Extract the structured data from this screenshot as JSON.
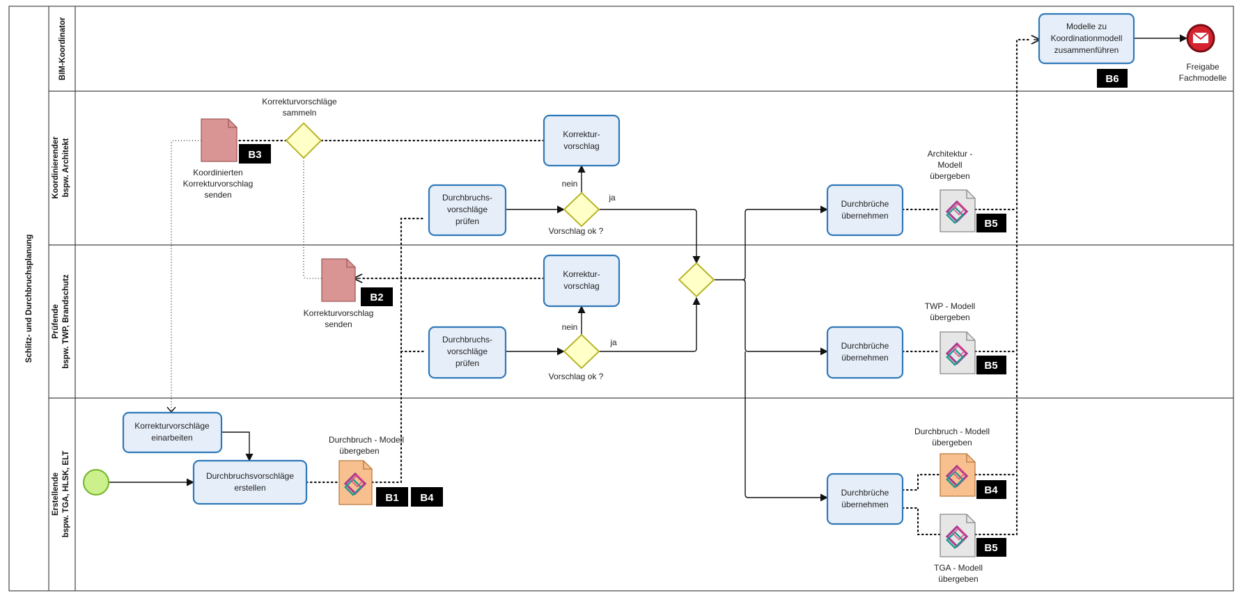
{
  "pool": {
    "title": "Schlitz- und Durchbruchsplanung"
  },
  "lanes": {
    "bim": "BIM-Koordinator",
    "koord_line1": "Koordinierender",
    "koord_line2": "bspw. Architekt",
    "pruef_line1": "Prüfende",
    "pruef_line2": "bspw. TWP, Brandschutz",
    "erst_line1": "Erstellende",
    "erst_line2": "bspw. TGA, HLSK, ELT"
  },
  "tasks": {
    "modelle_zusammen": [
      "Modelle zu",
      "Koordinationmodell",
      "zusammenführen"
    ],
    "korrektur_k": [
      "Korrektur-",
      "vorschlag"
    ],
    "korrektur_p": [
      "Korrektur-",
      "vorschlag"
    ],
    "pruefen_k": [
      "Durchbruchs-",
      "vorschläge",
      "prüfen"
    ],
    "pruefen_p": [
      "Durchbruchs-",
      "vorschläge",
      "prüfen"
    ],
    "uebernehmen_k": [
      "Durchbrüche",
      "übernehmen"
    ],
    "uebernehmen_p": [
      "Durchbrüche",
      "übernehmen"
    ],
    "uebernehmen_e": [
      "Durchbrüche",
      "übernehmen"
    ],
    "einarbeiten": [
      "Korrekturvorschläge",
      "einarbeiten"
    ],
    "erstellen": [
      "Durchbruchsvorschläge",
      "erstellen"
    ]
  },
  "labels": {
    "sammeln": [
      "Korrekturvorschläge",
      "sammeln"
    ],
    "koordinierten": [
      "Koordinierten",
      "Korrekturvorschlag",
      "senden"
    ],
    "korrektur_senden": [
      "Korrekturvorschlag",
      "senden"
    ],
    "vorschlag_ok_k": "Vorschlag ok ?",
    "vorschlag_ok_p": "Vorschlag ok ?",
    "nein_k": "nein",
    "nein_p": "nein",
    "ja_k": "ja",
    "ja_p": "ja",
    "architektur": [
      "Architektur -",
      "Modell",
      "übergeben"
    ],
    "twp": [
      "TWP - Modell",
      "übergeben"
    ],
    "durchbruch_oben": [
      "Durchbruch - Modell",
      "übergeben"
    ],
    "durchbruch_rechts": [
      "Durchbruch - Modell",
      "übergeben"
    ],
    "tga": [
      "TGA - Modell",
      "übergeben"
    ],
    "freigabe": [
      "Freigabe",
      "Fachmodelle"
    ]
  },
  "badges": {
    "b1": "B1",
    "b2": "B2",
    "b3": "B3",
    "b4_left": "B4",
    "b4_right": "B4",
    "b5_arch": "B5",
    "b5_twp": "B5",
    "b5_tga": "B5",
    "b6": "B6"
  },
  "colors": {
    "task_fill": "#e6eef9",
    "task_border": "#2f78b8",
    "gateway_fill": "#ffffc8",
    "gateway_border": "#b8b428",
    "document_red": "#d99494",
    "document_orange": "#f7c08e",
    "document_grey": "#e6e6e6",
    "start_event": "#ccf08c",
    "end_event": "#d4232e"
  }
}
